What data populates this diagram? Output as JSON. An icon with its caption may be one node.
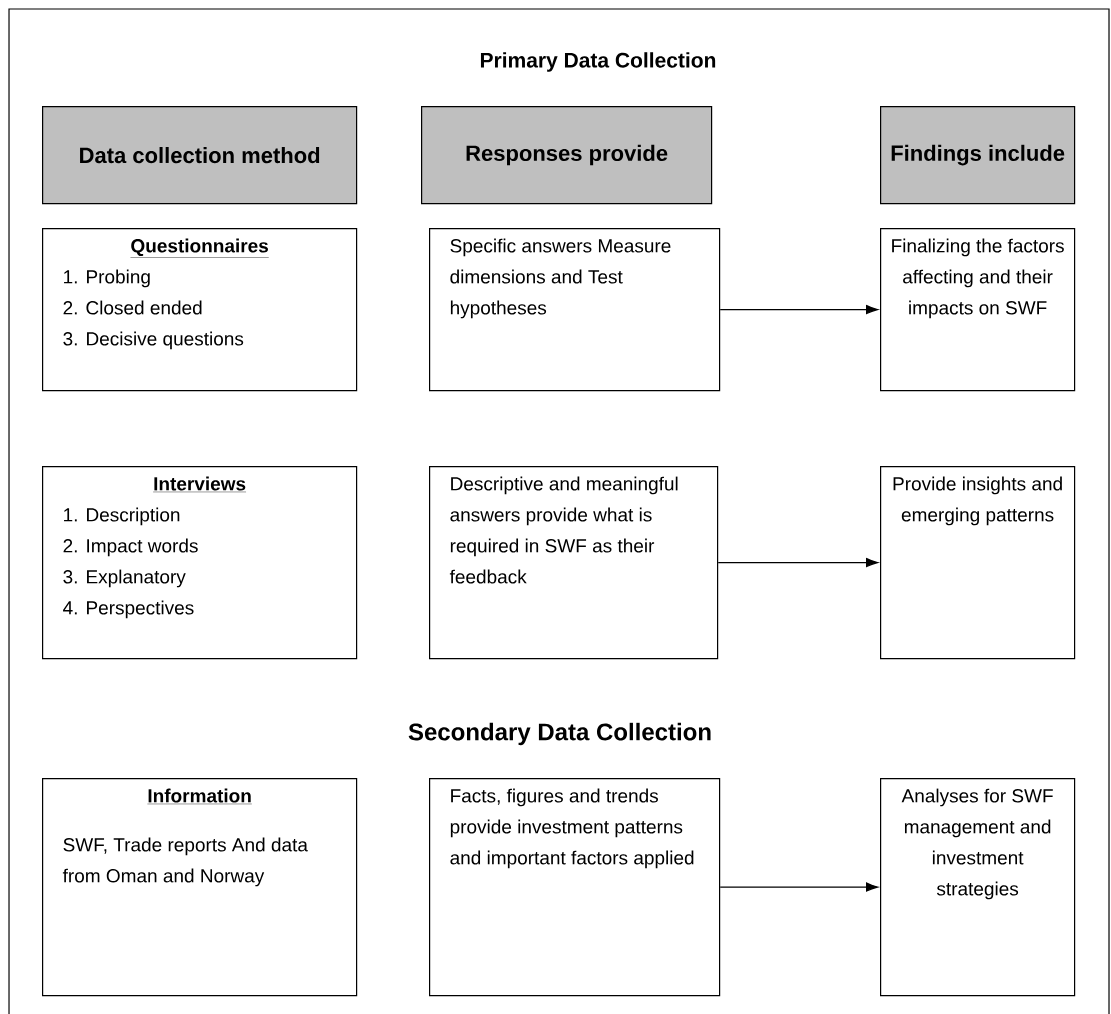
{
  "diagram": {
    "title": "Primary Data Collection",
    "nodes": [
      {
        "text": [
          "Data collection method"
        ]
      },
      {
        "text": [
          "Responses provide"
        ]
      },
      {
        "text": [
          "Findings include"
        ]
      },
      {
        "text": [
          "Questionnaires",
          "1. Probing",
          "2. Closed ended",
          "3. Decisive questions"
        ]
      },
      {
        "text": [
          "Specific answers Measure dimensions and Test hypotheses"
        ]
      },
      {
        "text": [
          "Finalizing the factors affecting and their impacts on SWF"
        ]
      },
      {
        "text": [
          "Interviews",
          "1. Description",
          "2. Impact words",
          "3. Explanatory",
          "4. Perspectives"
        ]
      },
      {
        "text": [
          "Descriptive and meaningful answers provide what is required in SWF as their feedback"
        ]
      },
      {
        "text": [
          "Provide insights and emerging patterns"
        ]
      },
      {
        "text": [
          "Information",
          "SWF, Trade reports And data from Oman and Norway"
        ]
      },
      {
        "text": [
          "Facts, figures and trends provide investment patterns and important factors applied"
        ]
      },
      {
        "text": [
          "Analyses for SWF management and investment strategies"
        ]
      }
    ],
    "edges": [
      {
        "from": 4,
        "to": 5,
        "arrow": "to"
      },
      {
        "from": 7,
        "to": 8,
        "arrow": "to"
      },
      {
        "from": 10,
        "to": 11,
        "arrow": "to"
      }
    ],
    "labels": [
      "Secondary Data Collection"
    ]
  }
}
